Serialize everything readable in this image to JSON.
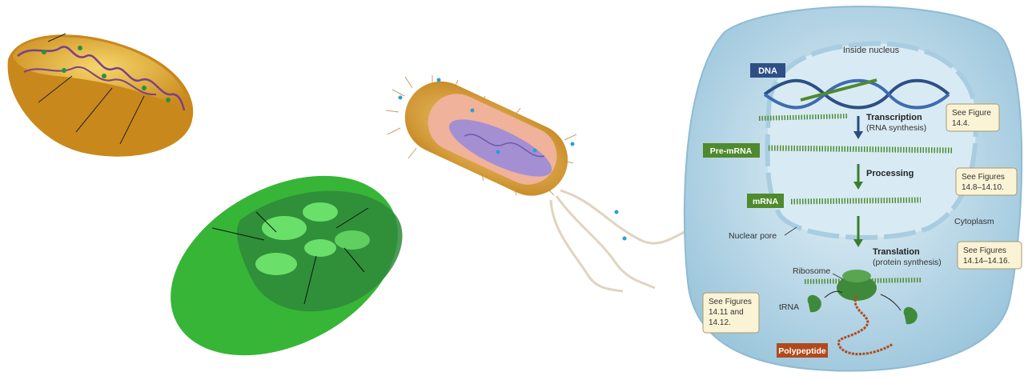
{
  "nucleus": {
    "region_label": "Inside nucleus",
    "cytoplasm_label": "Cytoplasm",
    "nuclear_pore_label": "Nuclear pore"
  },
  "tags": {
    "dna": "DNA",
    "pre_mrna": "Pre-mRNA",
    "mrna": "mRNA",
    "polypeptide": "Polypeptide"
  },
  "steps": {
    "transcription": {
      "title": "Transcription",
      "subtitle": "(RNA synthesis)"
    },
    "processing": {
      "title": "Processing"
    },
    "translation": {
      "title": "Translation",
      "subtitle": "(protein synthesis)"
    }
  },
  "labels": {
    "ribosome": "Ribosome",
    "trna": "tRNA"
  },
  "callouts": {
    "fig_14_4": {
      "line1": "See Figure",
      "line2": "14.4."
    },
    "fig_14_8": {
      "line1": "See Figures",
      "line2": "14.8–14.10."
    },
    "fig_14_14": {
      "line1": "See Figures",
      "line2": "14.14–14.16."
    },
    "fig_14_11": {
      "line1": "See Figures",
      "line2": "14.11 and",
      "line3": "14.12."
    }
  },
  "colors": {
    "dna_tag": "#2d4f86",
    "rna_tag": "#4f8a2e",
    "polypeptide_tag": "#b04a1c",
    "arrow_dark": "#2c4a7c",
    "arrow_green": "#3b7d2b",
    "callout_fill": "#fbf3d5",
    "mitochondrion": "#e2a62a",
    "chloroplast": "#3fbf3f",
    "bacterium": "#e8b54a",
    "nucleus_fill": "#bcd9ea"
  }
}
